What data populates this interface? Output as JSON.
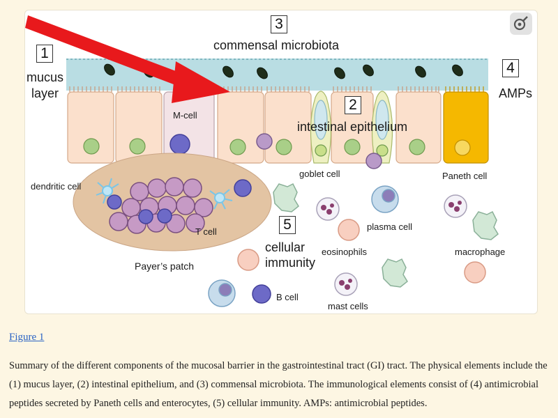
{
  "figure": {
    "labels": {
      "n1": "1",
      "n2": "2",
      "n3": "3",
      "n4": "4",
      "n5": "5",
      "mucus": "mucus\nlayer",
      "commensal": "commensal microbiota",
      "amps": "AMPs",
      "mcell": "M-cell",
      "epithelium": "intestinal epithelium",
      "goblet": "goblet cell",
      "paneth": "Paneth cell",
      "dendritic": "dendritic cell",
      "tcell": "T cell",
      "plasma": "plasma cell",
      "cellular": "cellular\nimmunity",
      "eosinophils": "eosinophils",
      "macrophage": "macrophage",
      "payers": "Payer’s patch",
      "bcell": "B cell",
      "mast": "mast cells"
    },
    "colors": {
      "mucus": "#b9dde3",
      "enterocyte": "#fbe0cc",
      "nucleus": "#a9cf88",
      "paneth": "#f5b800",
      "payers": "#e3c4a3",
      "arrow": "#e8191c",
      "link": "#2a63c4"
    }
  },
  "zoom_icon": "zoom-in-icon",
  "figure_link": "Figure 1",
  "caption": "Summary of the different components of the mucosal barrier in the gastrointestinal tract (GI) tract. The physical elements include the (1) mucus layer, (2) intestinal epithelium, and (3) commensal microbiota. The immunological elements consist of (4) antimicrobial peptides secreted by Paneth cells and enterocytes, (5) cellular immunity. AMPs: antimicrobial peptides."
}
